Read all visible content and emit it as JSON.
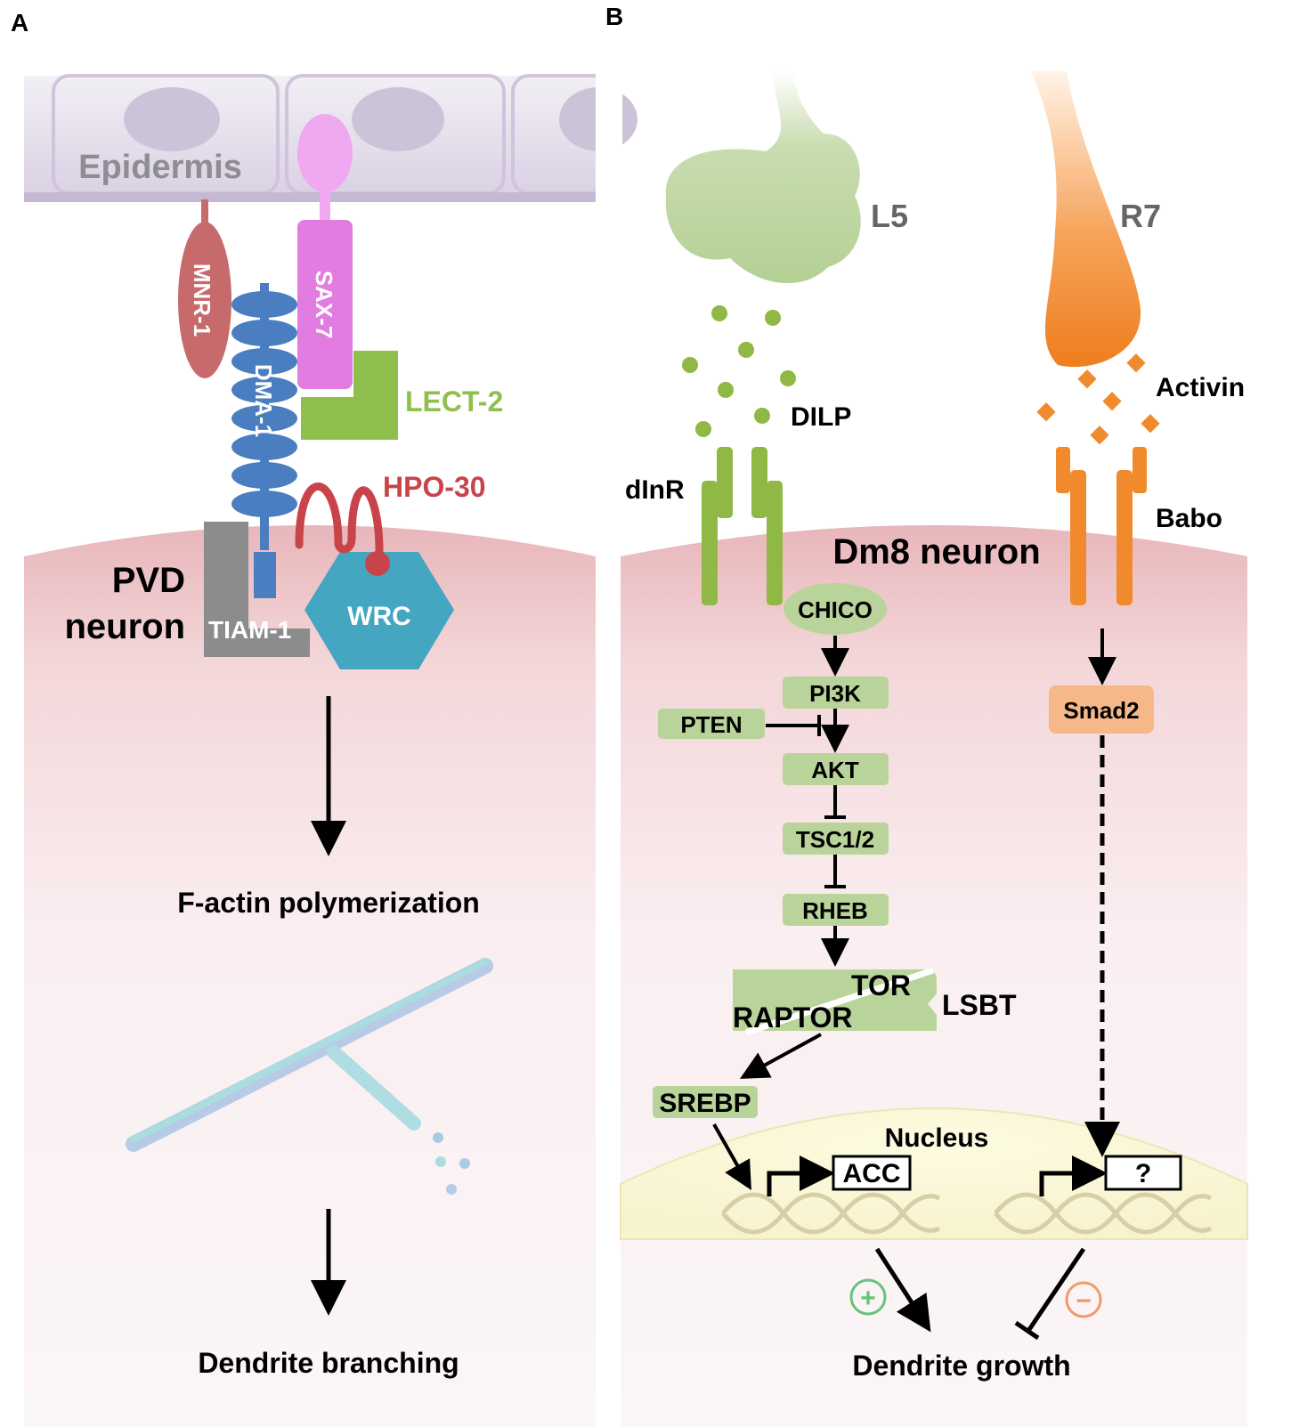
{
  "panels": {
    "a": {
      "letter": "A",
      "epidermis": "Epidermis",
      "mnr1": "MNR-1",
      "sax7": "SAX-7",
      "dma1": "DMA-1",
      "lect2": "LECT-2",
      "hpo30": "HPO-30",
      "neuron_line1": "PVD",
      "neuron_line2": "neuron",
      "tiam1": "TIAM-1",
      "wrc": "WRC",
      "step1": "F-actin polymerization",
      "step2": "Dendrite branching"
    },
    "b": {
      "letter": "B",
      "l5": "L5",
      "r7": "R7",
      "dilp": "DILP",
      "activin": "Activin",
      "dinr": "dInR",
      "babo": "Babo",
      "neuron": "Dm8 neuron",
      "chico": "CHICO",
      "pi3k": "PI3K",
      "pten": "PTEN",
      "akt": "AKT",
      "tsc": "TSC1/2",
      "rheb": "RHEB",
      "tor": "TOR",
      "raptor": "RAPTOR",
      "lsbt": "LSBT",
      "srebp": "SREBP",
      "smad2": "Smad2",
      "nucleus": "Nucleus",
      "acc": "ACC",
      "unknown": "?",
      "plus": "+",
      "minus": "−",
      "outcome": "Dendrite growth"
    }
  },
  "colors": {
    "green_box": "#b9d49a",
    "green_receptor": "#8fb845",
    "orange": "#f08a2c",
    "epidermis": "#e6e0ec",
    "membrane": "#ebc3c6",
    "dma1": "#4a7ec0",
    "sax7": "#e27ce0",
    "mnr1": "#c76a6c",
    "lect2": "#8fbf4c",
    "hpo30": "#c9434a",
    "wrc": "#45a6c2",
    "tiam1": "#8c8c8c"
  }
}
